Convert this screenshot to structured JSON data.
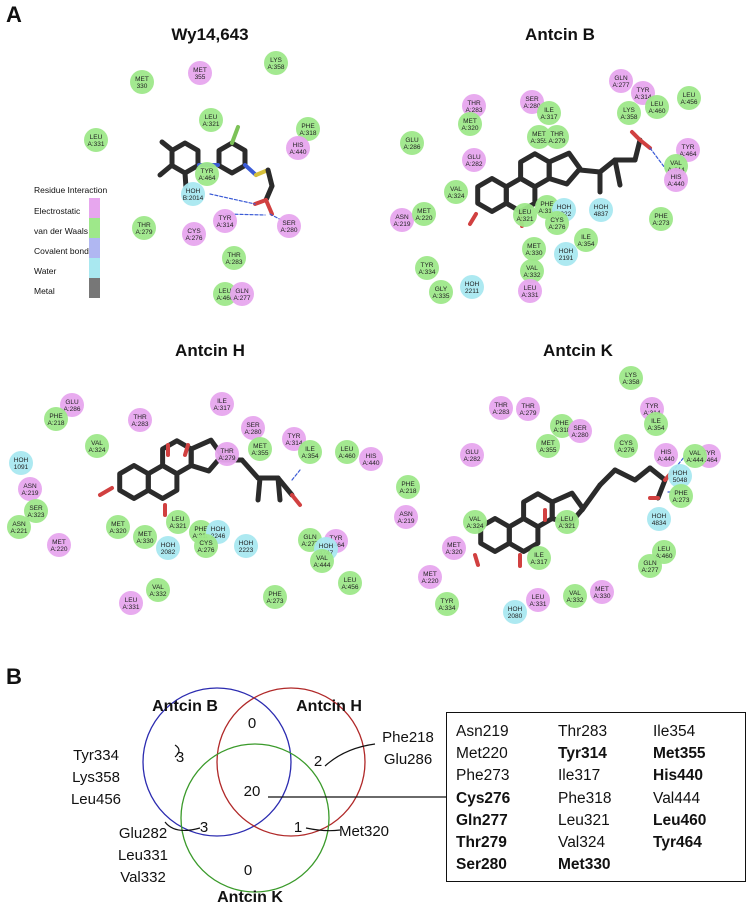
{
  "panel_a": {
    "label": "A",
    "panels": [
      {
        "title": "Wy14,643",
        "residues": [
          {
            "l1": "MET",
            "l2": "330",
            "t": "vdw"
          },
          {
            "l1": "MET",
            "l2": "355",
            "t": "el"
          },
          {
            "l1": "LYS",
            "l2": "A:358",
            "t": "vdw"
          },
          {
            "l1": "LEU",
            "l2": "A:321",
            "t": "vdw"
          },
          {
            "l1": "PHE",
            "l2": "A:318",
            "t": "vdw"
          },
          {
            "l1": "HIS",
            "l2": "A:440",
            "t": "el"
          },
          {
            "l1": "LEU",
            "l2": "A:331",
            "t": "vdw"
          },
          {
            "l1": "TYR",
            "l2": "A:464",
            "t": "vdw"
          },
          {
            "l1": "HOH",
            "l2": "B:2014",
            "t": "water"
          },
          {
            "l1": "TYR",
            "l2": "A:314",
            "t": "el"
          },
          {
            "l1": "SER",
            "l2": "A:280",
            "t": "el"
          },
          {
            "l1": "THR",
            "l2": "A:279",
            "t": "vdw"
          },
          {
            "l1": "CYS",
            "l2": "A:276",
            "t": "el"
          },
          {
            "l1": "THR",
            "l2": "A:283",
            "t": "vdw"
          },
          {
            "l1": "LEU",
            "l2": "A:460",
            "t": "vdw"
          },
          {
            "l1": "GLN",
            "l2": "A:277",
            "t": "el"
          }
        ]
      },
      {
        "title": "Antcin B",
        "residues": [
          {
            "l1": "GLN",
            "l2": "A:277",
            "t": "el"
          },
          {
            "l1": "SER",
            "l2": "A:280",
            "t": "el"
          },
          {
            "l1": "TYR",
            "l2": "A:314",
            "t": "el"
          },
          {
            "l1": "THR",
            "l2": "A:283",
            "t": "el"
          },
          {
            "l1": "ILE",
            "l2": "A:317",
            "t": "vdw"
          },
          {
            "l1": "LEU",
            "l2": "A:456",
            "t": "vdw"
          },
          {
            "l1": "MET",
            "l2": "A:320",
            "t": "vdw"
          },
          {
            "l1": "LEU",
            "l2": "A:460",
            "t": "vdw"
          },
          {
            "l1": "LYS",
            "l2": "A:358",
            "t": "vdw"
          },
          {
            "l1": "MET",
            "l2": "A:355",
            "t": "vdw"
          },
          {
            "l1": "THR",
            "l2": "A:279",
            "t": "vdw"
          },
          {
            "l1": "TYR",
            "l2": "A:464",
            "t": "el"
          },
          {
            "l1": "GLU",
            "l2": "A:286",
            "t": "vdw"
          },
          {
            "l1": "GLU",
            "l2": "A:282",
            "t": "el"
          },
          {
            "l1": "VAL",
            "l2": "A:444",
            "t": "vdw"
          },
          {
            "l1": "HIS",
            "l2": "A:440",
            "t": "el"
          },
          {
            "l1": "VAL",
            "l2": "A:324",
            "t": "vdw"
          },
          {
            "l1": "PHE",
            "l2": "A:318",
            "t": "vdw"
          },
          {
            "l1": "HOH",
            "l2": "2022",
            "t": "water"
          },
          {
            "l1": "HOH",
            "l2": "4837",
            "t": "water"
          },
          {
            "l1": "LEU",
            "l2": "A:321",
            "t": "vdw"
          },
          {
            "l1": "ASN",
            "l2": "A:219",
            "t": "el"
          },
          {
            "l1": "MET",
            "l2": "A:220",
            "t": "vdw"
          },
          {
            "l1": "CYS",
            "l2": "A:276",
            "t": "vdw"
          },
          {
            "l1": "PHE",
            "l2": "A:273",
            "t": "vdw"
          },
          {
            "l1": "ILE",
            "l2": "A:354",
            "t": "vdw"
          },
          {
            "l1": "MET",
            "l2": "A:330",
            "t": "vdw"
          },
          {
            "l1": "HOH",
            "l2": "2191",
            "t": "water"
          },
          {
            "l1": "TYR",
            "l2": "A:334",
            "t": "vdw"
          },
          {
            "l1": "VAL",
            "l2": "A:332",
            "t": "vdw"
          },
          {
            "l1": "HOH",
            "l2": "2211",
            "t": "water"
          },
          {
            "l1": "GLY",
            "l2": "A:335",
            "t": "vdw"
          },
          {
            "l1": "LEU",
            "l2": "A:331",
            "t": "el"
          }
        ]
      },
      {
        "title": "Antcin H",
        "residues": [
          {
            "l1": "GLU",
            "l2": "A:286",
            "t": "el"
          },
          {
            "l1": "PHE",
            "l2": "A:218",
            "t": "vdw"
          },
          {
            "l1": "THR",
            "l2": "A:283",
            "t": "el"
          },
          {
            "l1": "ILE",
            "l2": "A:317",
            "t": "el"
          },
          {
            "l1": "SER",
            "l2": "A:280",
            "t": "el"
          },
          {
            "l1": "MET",
            "l2": "A:355",
            "t": "vdw"
          },
          {
            "l1": "VAL",
            "l2": "A:324",
            "t": "vdw"
          },
          {
            "l1": "THR",
            "l2": "A:279",
            "t": "el"
          },
          {
            "l1": "TYR",
            "l2": "A:314",
            "t": "el"
          },
          {
            "l1": "HOH",
            "l2": "1091",
            "t": "water"
          },
          {
            "l1": "ILE",
            "l2": "A:354",
            "t": "vdw"
          },
          {
            "l1": "LEU",
            "l2": "A:460",
            "t": "vdw"
          },
          {
            "l1": "HIS",
            "l2": "A:440",
            "t": "el"
          },
          {
            "l1": "ASN",
            "l2": "A:219",
            "t": "el"
          },
          {
            "l1": "SER",
            "l2": "A:323",
            "t": "vdw"
          },
          {
            "l1": "ASN",
            "l2": "A:221",
            "t": "vdw"
          },
          {
            "l1": "MET",
            "l2": "A:320",
            "t": "vdw"
          },
          {
            "l1": "LEU",
            "l2": "A:321",
            "t": "vdw"
          },
          {
            "l1": "PHE",
            "l2": "A:318",
            "t": "vdw"
          },
          {
            "l1": "HOH",
            "l2": "2246",
            "t": "water"
          },
          {
            "l1": "MET",
            "l2": "A:330",
            "t": "vdw"
          },
          {
            "l1": "HOH",
            "l2": "2082",
            "t": "water"
          },
          {
            "l1": "GLN",
            "l2": "A:277",
            "t": "vdw"
          },
          {
            "l1": "TYR",
            "l2": "A:464",
            "t": "el"
          },
          {
            "l1": "HOH",
            "l2": "4747",
            "t": "water"
          },
          {
            "l1": "MET",
            "l2": "A:220",
            "t": "el"
          },
          {
            "l1": "CYS",
            "l2": "A:276",
            "t": "vdw"
          },
          {
            "l1": "HOH",
            "l2": "2223",
            "t": "water"
          },
          {
            "l1": "VAL",
            "l2": "A:444",
            "t": "vdw"
          },
          {
            "l1": "LEU",
            "l2": "A:456",
            "t": "vdw"
          },
          {
            "l1": "VAL",
            "l2": "A:332",
            "t": "vdw"
          },
          {
            "l1": "PHE",
            "l2": "A:273",
            "t": "vdw"
          },
          {
            "l1": "LEU",
            "l2": "A:331",
            "t": "el"
          }
        ]
      },
      {
        "title": "Antcin K",
        "residues": [
          {
            "l1": "LYS",
            "l2": "A:358",
            "t": "vdw"
          },
          {
            "l1": "THR",
            "l2": "A:283",
            "t": "el"
          },
          {
            "l1": "THR",
            "l2": "A:279",
            "t": "el"
          },
          {
            "l1": "TYR",
            "l2": "A:314",
            "t": "el"
          },
          {
            "l1": "ILE",
            "l2": "A:354",
            "t": "vdw"
          },
          {
            "l1": "PHE",
            "l2": "A:318",
            "t": "vdw"
          },
          {
            "l1": "SER",
            "l2": "A:280",
            "t": "el"
          },
          {
            "l1": "GLU",
            "l2": "A:282",
            "t": "el"
          },
          {
            "l1": "MET",
            "l2": "A:355",
            "t": "vdw"
          },
          {
            "l1": "CYS",
            "l2": "A:276",
            "t": "vdw"
          },
          {
            "l1": "TYR",
            "l2": "A:464",
            "t": "el"
          },
          {
            "l1": "PHE",
            "l2": "A:218",
            "t": "vdw"
          },
          {
            "l1": "VAL",
            "l2": "A:324",
            "t": "vdw"
          },
          {
            "l1": "HIS",
            "l2": "A:440",
            "t": "el"
          },
          {
            "l1": "VAL",
            "l2": "A:444",
            "t": "vdw"
          },
          {
            "l1": "HOH",
            "l2": "5048",
            "t": "water"
          },
          {
            "l1": "PHE",
            "l2": "A:273",
            "t": "vdw"
          },
          {
            "l1": "ASN",
            "l2": "A:219",
            "t": "el"
          },
          {
            "l1": "LEU",
            "l2": "A:321",
            "t": "vdw"
          },
          {
            "l1": "MET",
            "l2": "A:320",
            "t": "el"
          },
          {
            "l1": "ILE",
            "l2": "A:317",
            "t": "vdw"
          },
          {
            "l1": "HOH",
            "l2": "4834",
            "t": "water"
          },
          {
            "l1": "LEU",
            "l2": "A:460",
            "t": "vdw"
          },
          {
            "l1": "GLN",
            "l2": "A:277",
            "t": "vdw"
          },
          {
            "l1": "MET",
            "l2": "A:220",
            "t": "el"
          },
          {
            "l1": "TYR",
            "l2": "A:334",
            "t": "vdw"
          },
          {
            "l1": "LEU",
            "l2": "A:331",
            "t": "el"
          },
          {
            "l1": "VAL",
            "l2": "A:332",
            "t": "vdw"
          },
          {
            "l1": "MET",
            "l2": "A:330",
            "t": "el"
          },
          {
            "l1": "HOH",
            "l2": "2080",
            "t": "water"
          }
        ]
      }
    ],
    "legend": {
      "title": "Residue Interaction",
      "items": [
        {
          "label": "Electrostatic",
          "color": "#e7a6ee"
        },
        {
          "label": "van der Waals",
          "color": "#9ee88a"
        },
        {
          "label": "Covalent bond",
          "color": "#b0b7f2"
        },
        {
          "label": "Water",
          "color": "#a9e8f0"
        },
        {
          "label": "Metal",
          "color": "#777777"
        }
      ]
    }
  },
  "panel_b": {
    "label": "B",
    "sets": [
      {
        "name": "Antcin B",
        "color": "#2b2bb0"
      },
      {
        "name": "Antcin H",
        "color": "#b02828"
      },
      {
        "name": "Antcin K",
        "color": "#3a9a2a"
      }
    ],
    "regions": {
      "b_only": "3",
      "bh": "0",
      "h_only": "2",
      "bhk": "20",
      "bk": "3",
      "hk": "1",
      "k_only": "0"
    },
    "callouts": {
      "b_only": [
        "Tyr334",
        "Lys358",
        "Leu456"
      ],
      "h_only": [
        "Phe218",
        "Glu286"
      ],
      "bk": [
        "Glu282",
        "Leu331",
        "Val332"
      ],
      "hk": [
        "Met320"
      ]
    },
    "shared_table": [
      {
        "text": "Asn219",
        "bold": false
      },
      {
        "text": "Thr283",
        "bold": false
      },
      {
        "text": "Ile354",
        "bold": false
      },
      {
        "text": "Met220",
        "bold": false
      },
      {
        "text": "Tyr314",
        "bold": true
      },
      {
        "text": "Met355",
        "bold": true
      },
      {
        "text": "Phe273",
        "bold": false
      },
      {
        "text": "Ile317",
        "bold": false
      },
      {
        "text": "His440",
        "bold": true
      },
      {
        "text": "Cys276",
        "bold": true
      },
      {
        "text": "Phe318",
        "bold": false
      },
      {
        "text": "Val444",
        "bold": false
      },
      {
        "text": "Gln277",
        "bold": true
      },
      {
        "text": "Leu321",
        "bold": false
      },
      {
        "text": "Leu460",
        "bold": true
      },
      {
        "text": "Thr279",
        "bold": true
      },
      {
        "text": "Val324",
        "bold": false
      },
      {
        "text": "Tyr464",
        "bold": true
      },
      {
        "text": "Ser280",
        "bold": true
      },
      {
        "text": "Met330",
        "bold": true
      },
      {
        "text": "",
        "bold": false
      }
    ]
  }
}
